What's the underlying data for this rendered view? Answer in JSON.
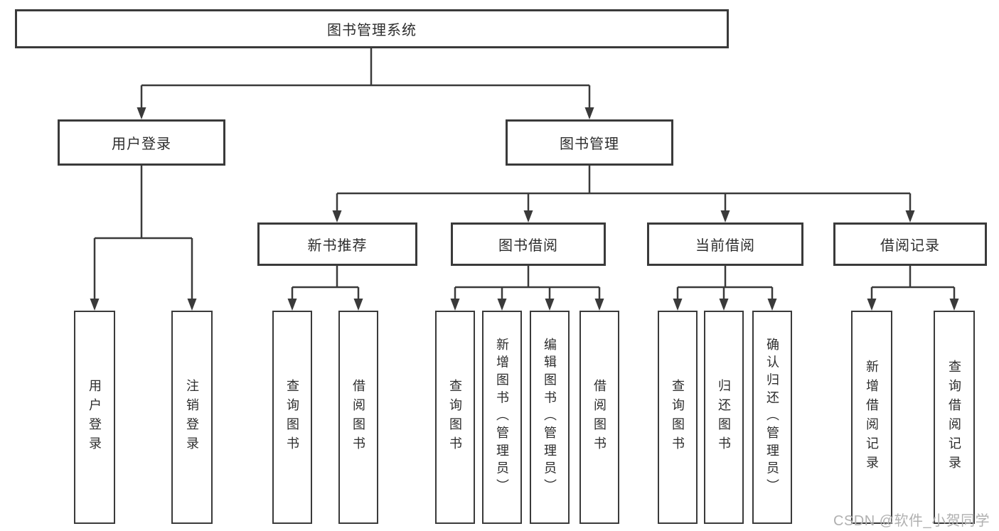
{
  "diagram": {
    "title": "图书管理系统",
    "branches": [
      {
        "label": "用户登录",
        "children": [
          "用户登录",
          "注销登录"
        ]
      },
      {
        "label": "图书管理",
        "sections": [
          {
            "label": "新书推荐",
            "children": [
              "查询图书",
              "借阅图书"
            ]
          },
          {
            "label": "图书借阅",
            "children": [
              "查询图书",
              "新增图书（管理员）",
              "编辑图书（管理员）",
              "借阅图书"
            ]
          },
          {
            "label": "当前借阅",
            "children": [
              "查询图书",
              "归还图书",
              "确认归还（管理员）"
            ]
          },
          {
            "label": "借阅记录",
            "children": [
              "新增借阅记录",
              "查询借阅记录"
            ]
          }
        ]
      }
    ],
    "watermark": "CSDN @软件_小贺同学",
    "line_color": "#3a3a3a"
  }
}
